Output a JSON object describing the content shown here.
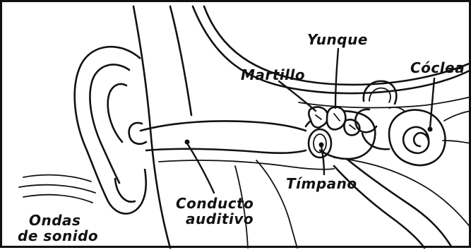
{
  "labels": {
    "yunque": "Yunque",
    "martillo": "Martillo",
    "coclea": "Cóclea",
    "timpano": "Tímpano",
    "conducto_line1": "Conducto",
    "conducto_line2": "auditivo",
    "ondas_line1": "Ondas",
    "ondas_line2": "de sonido"
  },
  "colors": {
    "ink": "#111111",
    "background": "#ffffff"
  }
}
